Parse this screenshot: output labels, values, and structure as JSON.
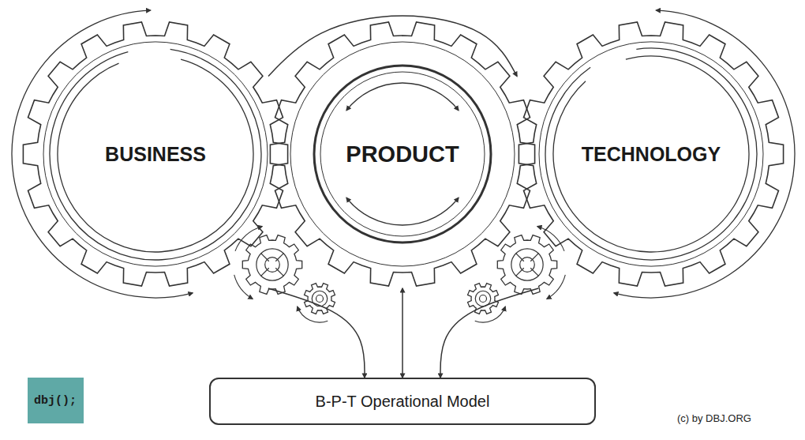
{
  "diagram": {
    "nodes": [
      {
        "text": [
          "BUSINESS"
        ]
      },
      {
        "text": [
          "PRODUCT"
        ]
      },
      {
        "text": [
          "TECHNOLOGY"
        ]
      },
      {
        "text": [
          "B-P-T Operational Model"
        ]
      },
      {
        "text": [
          "dbj();"
        ]
      }
    ],
    "edges": [
      {
        "from": 0,
        "to": 3,
        "arrow": "to"
      },
      {
        "from": 1,
        "to": 3,
        "arrow": "both"
      },
      {
        "from": 2,
        "to": 3,
        "arrow": "to"
      },
      {
        "from": 1,
        "to": 2,
        "arrow": "to"
      }
    ],
    "labels": [
      "(c) by DBJ.ORG"
    ]
  }
}
